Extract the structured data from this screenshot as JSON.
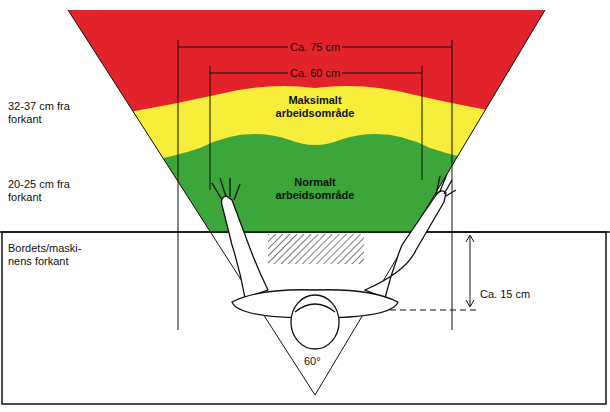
{
  "diagram": {
    "nodes": [
      {
        "text": [
          "Maksimalt arbeidsområde"
        ]
      },
      {
        "text": [
          "Normalt arbeidsområde"
        ]
      }
    ],
    "labels": [
      "Ca. 75 cm",
      "Ca. 60 cm",
      "32-37 cm fra forkant",
      "20-25 cm fra forkant",
      "Bordets/maski- nens forkant",
      "Ca. 15 cm",
      "60°"
    ]
  }
}
